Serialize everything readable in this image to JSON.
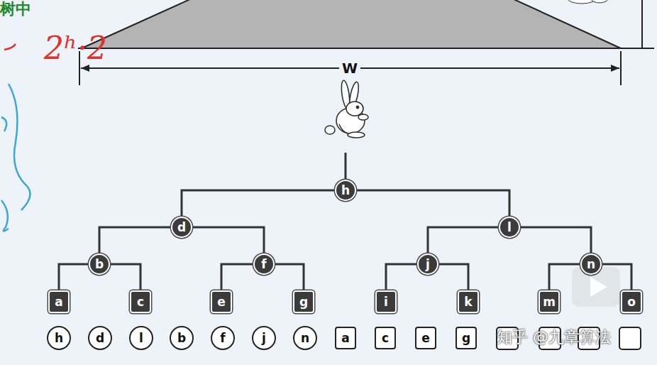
{
  "diagram": {
    "nodes": [
      {
        "text": [
          "h"
        ]
      },
      {
        "text": [
          "d"
        ]
      },
      {
        "text": [
          "l"
        ]
      },
      {
        "text": [
          "b"
        ]
      },
      {
        "text": [
          "f"
        ]
      },
      {
        "text": [
          "j"
        ]
      },
      {
        "text": [
          "n"
        ]
      },
      {
        "text": [
          "a"
        ]
      },
      {
        "text": [
          "c"
        ]
      },
      {
        "text": [
          "e"
        ]
      },
      {
        "text": [
          "g"
        ]
      },
      {
        "text": [
          "i"
        ]
      },
      {
        "text": [
          "k"
        ]
      },
      {
        "text": [
          "m"
        ]
      },
      {
        "text": [
          "o"
        ]
      },
      {
        "text": [
          "h"
        ]
      },
      {
        "text": [
          "d"
        ]
      },
      {
        "text": [
          "l"
        ]
      },
      {
        "text": [
          "b"
        ]
      },
      {
        "text": [
          "f"
        ]
      },
      {
        "text": [
          "j"
        ]
      },
      {
        "text": [
          "n"
        ]
      },
      {
        "text": [
          "a"
        ]
      },
      {
        "text": [
          "c"
        ]
      },
      {
        "text": [
          "e"
        ]
      },
      {
        "text": [
          "g"
        ]
      }
    ],
    "edges": [
      {
        "from": 0,
        "to": 1,
        "arrow": "none"
      },
      {
        "from": 0,
        "to": 2,
        "arrow": "none"
      },
      {
        "from": 1,
        "to": 3,
        "arrow": "none"
      },
      {
        "from": 1,
        "to": 4,
        "arrow": "none"
      },
      {
        "from": 2,
        "to": 5,
        "arrow": "none"
      },
      {
        "from": 2,
        "to": 6,
        "arrow": "none"
      },
      {
        "from": 3,
        "to": 7,
        "arrow": "none"
      },
      {
        "from": 3,
        "to": 8,
        "arrow": "none"
      },
      {
        "from": 4,
        "to": 9,
        "arrow": "none"
      },
      {
        "from": 4,
        "to": 10,
        "arrow": "none"
      },
      {
        "from": 5,
        "to": 11,
        "arrow": "none"
      },
      {
        "from": 5,
        "to": 12,
        "arrow": "none"
      },
      {
        "from": 6,
        "to": 13,
        "arrow": "none"
      },
      {
        "from": 6,
        "to": 14,
        "arrow": "none"
      }
    ],
    "labels": [
      "树中",
      "2ʰ·2",
      "W",
      "知乎 @九章算法"
    ]
  }
}
